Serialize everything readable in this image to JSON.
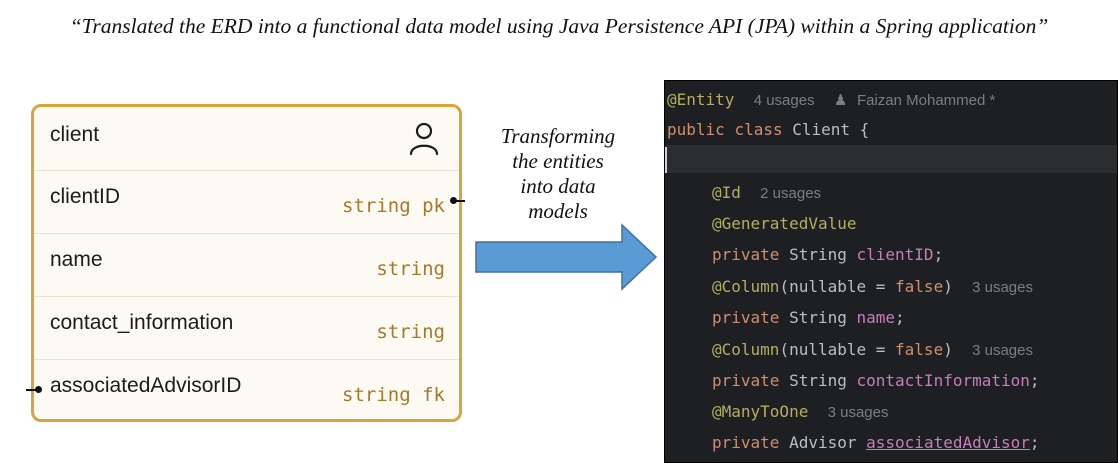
{
  "caption": "“Translated the ERD into a functional data model using Java Persistence API (JPA) within a Spring application”",
  "entity": {
    "title": "client",
    "title_icon": "user-icon",
    "fields": [
      {
        "name": "clientID",
        "type": "string  pk"
      },
      {
        "name": "name",
        "type": "string"
      },
      {
        "name": "contact_information",
        "type": "string"
      },
      {
        "name": "associatedAdvisorID",
        "type": "string  fk"
      }
    ]
  },
  "arrow_label": [
    "Transforming",
    "the entities",
    "into data",
    "models"
  ],
  "code": {
    "l1_annotation": "@Entity",
    "l1_usages": "4 usages",
    "l1_author": "Faizan Mohammed *",
    "l2_public": "public",
    "l2_class": "class",
    "l2_rest": " Client {",
    "l4_annotation": "@Id",
    "l4_usages": "2 usages",
    "l5_annotation": "@GeneratedValue",
    "l6_private": "private",
    "l6_type": " String ",
    "l6_field": "clientID",
    "l6_end": ";",
    "l7_annotation": "@Column",
    "l7_open": "(nullable = ",
    "l7_false": "false",
    "l7_close": ")",
    "l7_usages": "3 usages",
    "l8_private": "private",
    "l8_type": " String ",
    "l8_field": "name",
    "l8_end": ";",
    "l9_annotation": "@Column",
    "l9_open": "(nullable = ",
    "l9_false": "false",
    "l9_close": ")",
    "l9_usages": "3 usages",
    "l10_private": "private",
    "l10_type": " String ",
    "l10_field": "contactInformation",
    "l10_end": ";",
    "l11_annotation": "@ManyToOne",
    "l11_usages": "3 usages",
    "l12_private": "private",
    "l12_type": " Advisor ",
    "l12_field": "associatedAdvisor",
    "l12_end": ";"
  },
  "colors": {
    "entity_border": "#d8a53b",
    "entity_type_text": "#a27a2a",
    "arrow_fill": "#5b9bd5",
    "arrow_stroke": "#41719c",
    "editor_bg": "#1e1f22",
    "annotation": "#b3ae60",
    "keyword": "#cf8e6d",
    "field": "#c77dbb"
  }
}
